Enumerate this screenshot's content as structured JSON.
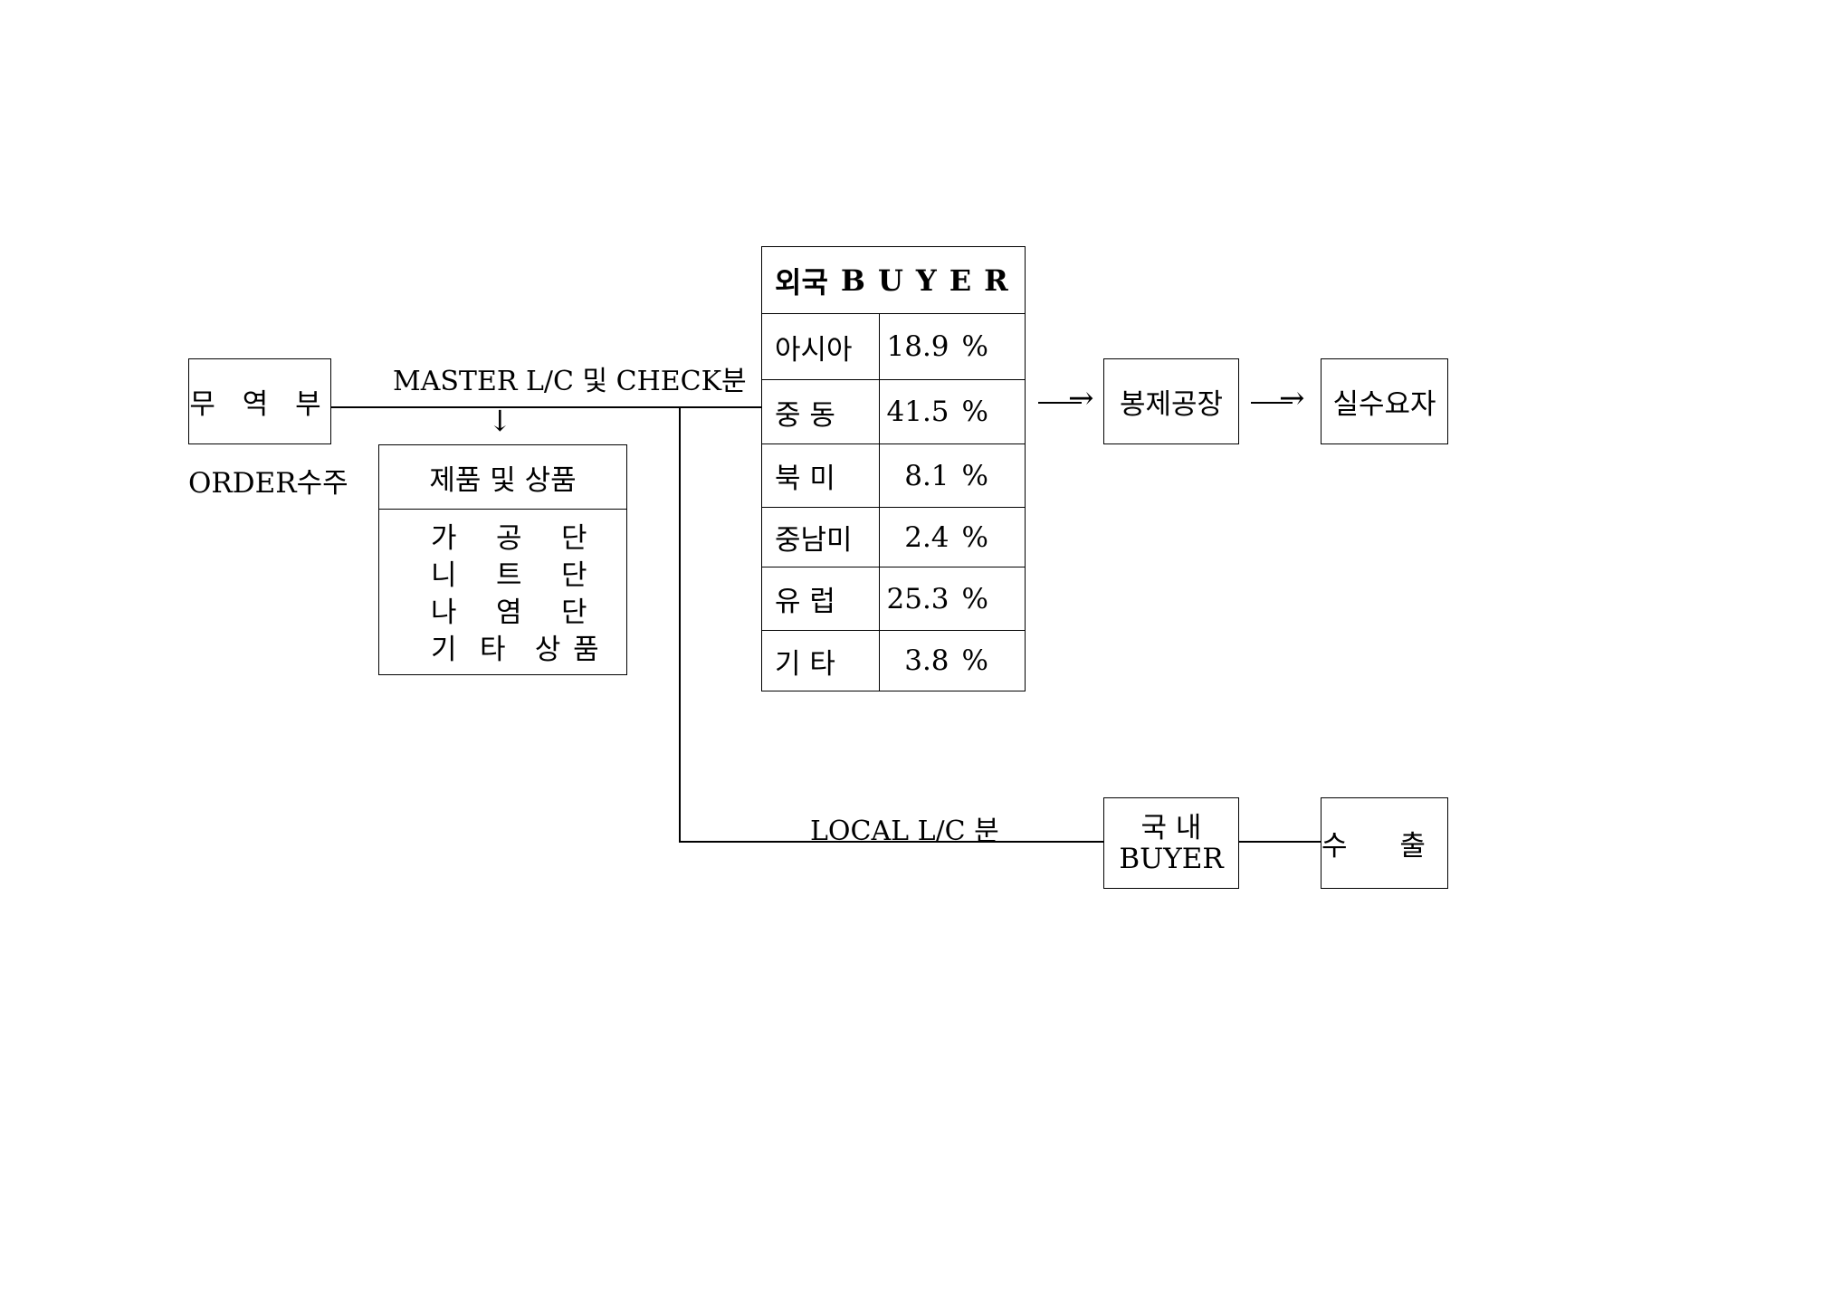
{
  "nodes": {
    "trade_dept": "무 역 부",
    "order_label": "ORDER수주",
    "sewing_factory": "봉제공장",
    "end_user": "실수요자",
    "domestic_buyer_line1": "국  내",
    "domestic_buyer_line2": "BUYER",
    "export": "수 출"
  },
  "edges": {
    "master_lc": "MASTER L/C 및 CHECK분",
    "local_lc": "LOCAL L/C 분",
    "arrow_right": "→",
    "arrow_down": "↓"
  },
  "products": {
    "title": "제품 및 상품",
    "items": [
      [
        "가",
        "공",
        "단"
      ],
      [
        "니",
        "트",
        "단"
      ],
      [
        "나",
        "염",
        "단"
      ],
      [
        "기",
        "타",
        "상",
        "품"
      ]
    ]
  },
  "buyer_table": {
    "title_korean": "외국",
    "title_latin": "BUYER",
    "rows": [
      {
        "region": "아시아",
        "share": "18.9",
        "unit": "%"
      },
      {
        "region": "중  동",
        "share": "41.5",
        "unit": "%"
      },
      {
        "region": "북  미",
        "share": "8.1",
        "unit": "%"
      },
      {
        "region": "중남미",
        "share": "2.4",
        "unit": "%"
      },
      {
        "region": "유  럽",
        "share": "25.3",
        "unit": "%"
      },
      {
        "region": "기  타",
        "share": "3.8",
        "unit": "%"
      }
    ]
  }
}
